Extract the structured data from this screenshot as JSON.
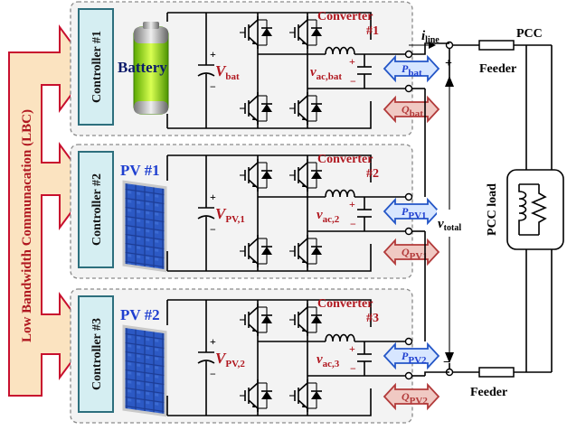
{
  "lbc_label": "Low Bandwidth Communacation (LBC)",
  "units": [
    {
      "controller": "Controller #1",
      "converter_title": "Converter",
      "converter_num": "#1",
      "source_label": "Battery",
      "vdc_main": "V",
      "vdc_sub": "bat",
      "vac_main": "v",
      "vac_sub": "ac,bat",
      "p_main": "P",
      "p_sub": "bat",
      "q_main": "Q",
      "q_sub": "bat"
    },
    {
      "controller": "Controller #2",
      "converter_title": "Converter",
      "converter_num": "#2",
      "source_label": "PV #1",
      "vdc_main": "V",
      "vdc_sub": "PV,1",
      "vac_main": "v",
      "vac_sub": "ac,2",
      "p_main": "P",
      "p_sub": "PV1",
      "q_main": "Q",
      "q_sub": "PV1"
    },
    {
      "controller": "Controller #3",
      "converter_title": "Converter",
      "converter_num": "#3",
      "source_label": "PV #2",
      "vdc_main": "V",
      "vdc_sub": "PV,2",
      "vac_main": "v",
      "vac_sub": "ac,3",
      "p_main": "P",
      "p_sub": "PV2",
      "q_main": "Q",
      "q_sub": "PV2"
    }
  ],
  "iline_main": "i",
  "iline_sub": "line",
  "vtotal_main": "v",
  "vtotal_sub": "total",
  "feeder_top": "Feeder",
  "feeder_bottom": "Feeder",
  "pcc": "PCC",
  "pcc_load": "PCC load",
  "plus": "+",
  "minus": "−",
  "colors": {
    "red": "#b0171f",
    "blue": "#1f3fd0",
    "lbc_fill": "#fbe3c0",
    "lbc_stroke": "#c8102e",
    "ctrl_fill": "#d5eef2",
    "ctrl_stroke": "#2d6f7d",
    "p_fill": "#d7e6ff",
    "p_stroke": "#2456c7",
    "q_fill": "#f0c9c3",
    "q_stroke": "#b23a3a",
    "panel_fill": "#f3f3f3",
    "panel_stroke": "#8a8a8a"
  }
}
